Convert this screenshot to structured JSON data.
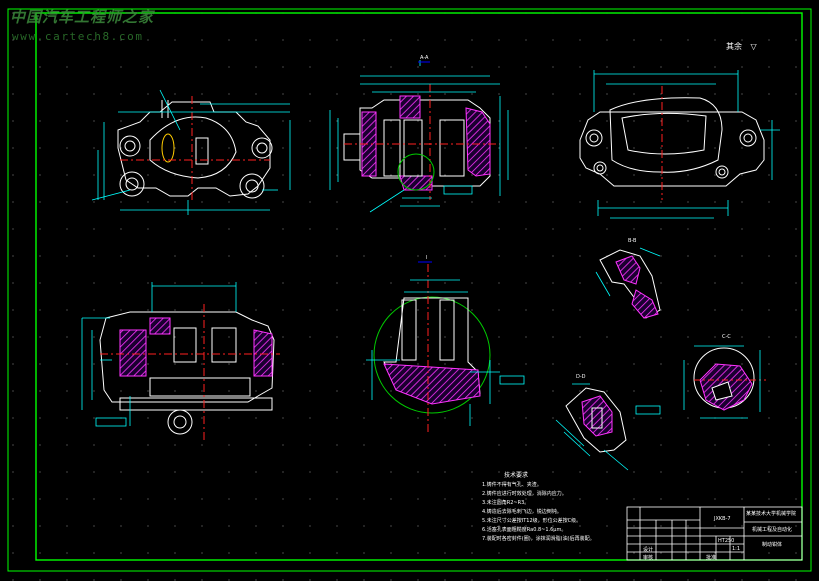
{
  "watermark": {
    "line1": "中国汽车工程师之家",
    "line2": "www.cartech8.com"
  },
  "surface_mark": {
    "text": "其余",
    "symbol": "▽"
  },
  "technical_requirements": {
    "title": "技术要求",
    "items": [
      "1.铸件不得有气孔、夹渣。",
      "2.铸件应进行时效处理，消除内应力。",
      "3.未注圆角R2~R3。",
      "4.铸造后去除毛刺飞边，锐边倒钝。",
      "5.未注尺寸公差按IT12级，形位公差按C级。",
      "6.活塞孔表面粗糙度Ra0.8~1.6μm。",
      "7.装配时各密封件(圈)，涂抹润滑脂(油)后再装配。"
    ]
  },
  "title_block": {
    "drawing_no": "JXKB-7",
    "school": "某某技术大学机械学院",
    "dept": "机械工程及自动化",
    "part_name": "制动钳体",
    "material": "HT250",
    "scale": "1:1",
    "designed": "设计",
    "checked": "审核",
    "approved": "批准"
  },
  "section_labels": {
    "a": "A-A",
    "b": "B-B",
    "c": "C-C",
    "d": "D-D",
    "i": "I"
  },
  "colors": {
    "background": "#000000",
    "geometry": "#ffffff",
    "hatch": "#ff00ff",
    "centerline": "#ff2020",
    "dimension": "#00ffff",
    "circle": "#00cc00",
    "frame": "#00ff00",
    "cut_line": "#0000ff"
  }
}
